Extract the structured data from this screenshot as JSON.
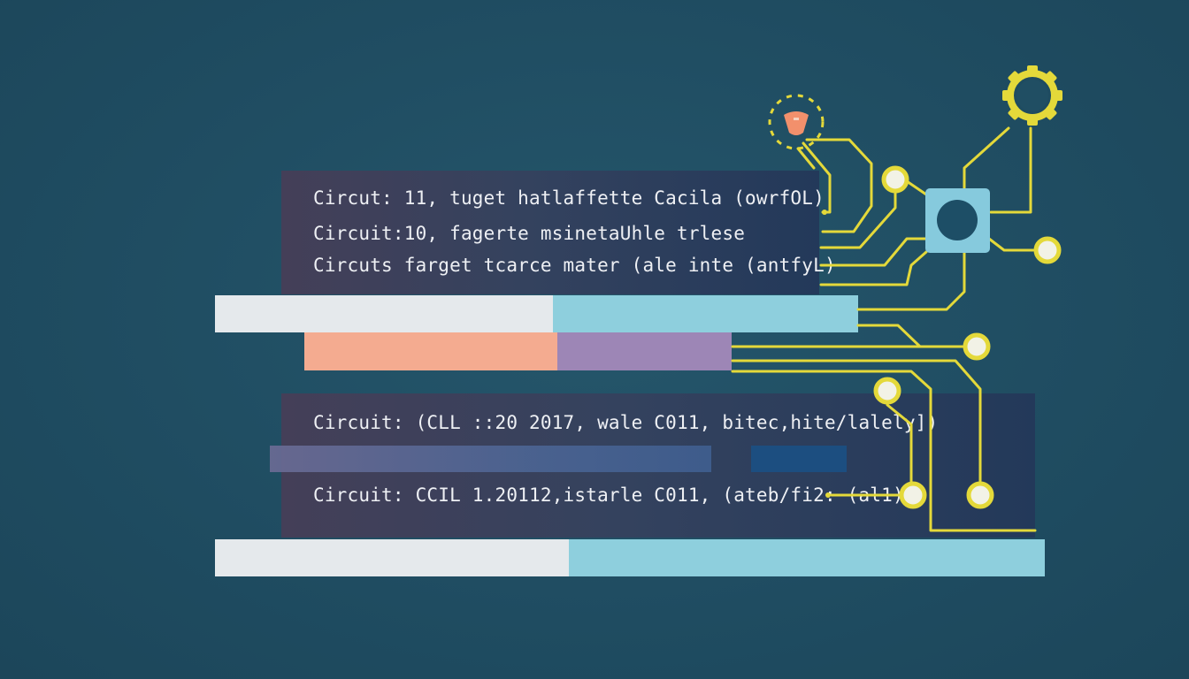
{
  "code_lines": [
    "Circut: 11, tuget hatlaffette Cacila (owrfOL)",
    "Circuit:10, fagerte msinetaUhle trlese",
    "Circuts farget tcarce mater (ale inte (antfyL)",
    "Circuit: (CLL ::20 2017, wale C011, bitec,hite/lalely])",
    "Circuit: CCIL 1.20112,istarle C011, (ateb/fi2: (al1)"
  ],
  "icons": {
    "gear": "gear-icon",
    "bulb": "lightbulb-icon",
    "chip": "chip-icon"
  },
  "colors": {
    "background": "#204e63",
    "trace": "#e4d93a",
    "light_bar": "#e5e9ec",
    "cyan_bar": "#8ecfdd",
    "salmon_bar": "#f4ab90",
    "purple_bar": "#9d86b6",
    "chip": "#86cadd",
    "bulb": "#f2906c"
  }
}
